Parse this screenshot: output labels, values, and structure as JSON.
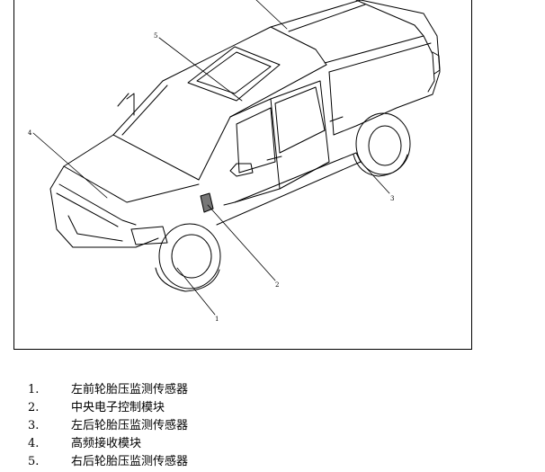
{
  "callouts": [
    {
      "number": "1"
    },
    {
      "number": "2"
    },
    {
      "number": "3"
    },
    {
      "number": "4"
    },
    {
      "number": "5"
    }
  ],
  "legend": [
    {
      "number": "1.",
      "text": "左前轮胎压监测传感器"
    },
    {
      "number": "2.",
      "text": "中央电子控制模块"
    },
    {
      "number": "3.",
      "text": "左后轮胎压监测传感器"
    },
    {
      "number": "4.",
      "text": "高频接收模块"
    },
    {
      "number": "5.",
      "text": "右后轮胎压监测传感器"
    }
  ]
}
